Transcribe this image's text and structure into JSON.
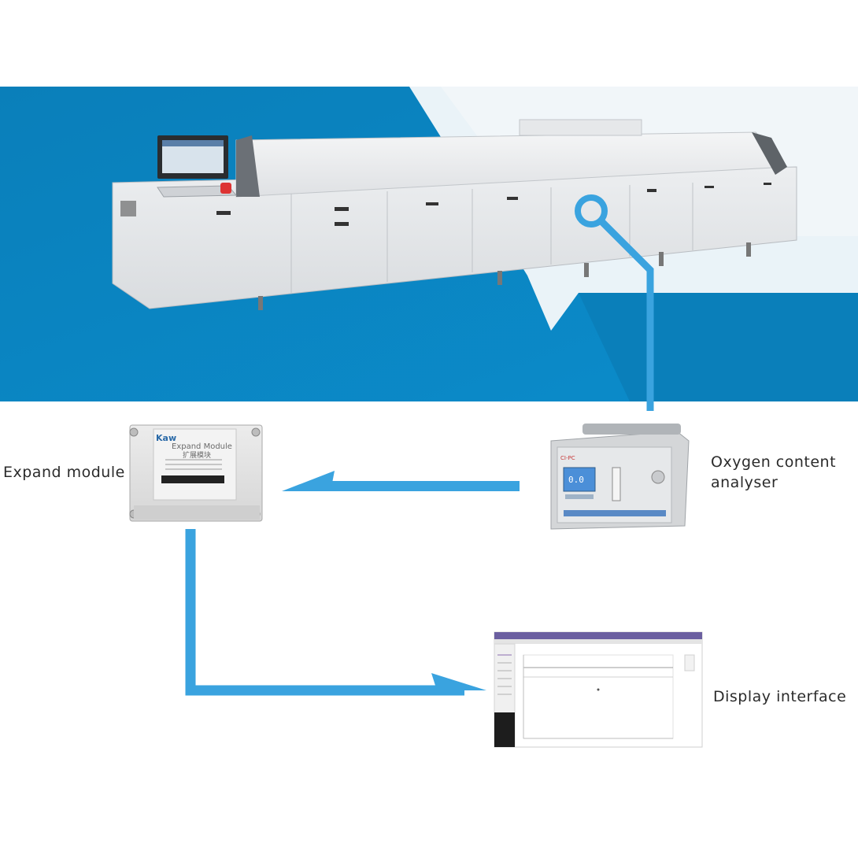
{
  "diagram": {
    "nodes": {
      "reflow_oven": {
        "icon": "reflow-oven-machine"
      },
      "expand_module": {
        "label": "Expand module",
        "brand": "Kaw",
        "device_title": "Expand Module",
        "device_subtitle": "扩展模块"
      },
      "oxygen_analyser": {
        "label_line1": "Oxygen content",
        "label_line2": "analyser",
        "reading": "0.0"
      },
      "display_interface": {
        "label": "Display interface"
      }
    },
    "connections": [
      {
        "from": "reflow_oven",
        "to": "oxygen_analyser"
      },
      {
        "from": "oxygen_analyser",
        "to": "expand_module"
      },
      {
        "from": "expand_module",
        "to": "display_interface"
      }
    ],
    "colors": {
      "banner_blue": "#0a84c0",
      "connector_blue": "#3aa3df",
      "machine_white": "#e9eaec"
    }
  }
}
